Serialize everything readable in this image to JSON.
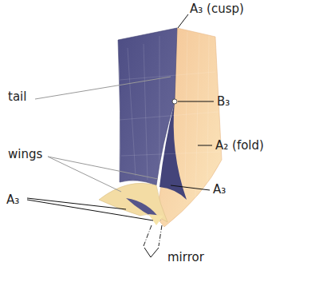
{
  "diagram": {
    "labels": [
      "A₃ (cusp)",
      "tail",
      "B₃",
      "wings",
      "A₂ (fold)",
      "A₃",
      "A₃",
      "mirror"
    ]
  }
}
